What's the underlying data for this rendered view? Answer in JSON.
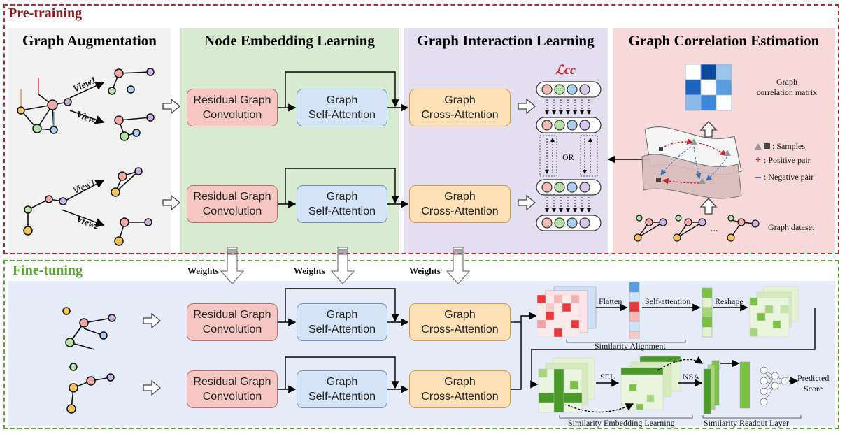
{
  "phases": {
    "pretraining": "Pre-training",
    "finetuning": "Fine-tuning"
  },
  "sections": {
    "graph_augmentation": "Graph Augmentation",
    "node_embedding": "Node Embedding Learning",
    "graph_interaction": "Graph Interaction Learning",
    "graph_correlation": "Graph Correlation Estimation"
  },
  "modules": {
    "residual_graph_convolution": "Residual Graph\nConvolution",
    "graph_self_attention": "Graph\nSelf-Attention",
    "graph_cross_attention": "Graph\nCross-Attention"
  },
  "augmentation": {
    "view1": "View1",
    "view2": "View2"
  },
  "contrastive": {
    "loss": "ℒcc",
    "or": "OR"
  },
  "correlation": {
    "matrix_label": "Graph\ncorrelation matrix",
    "legend_samples": ": Samples",
    "legend_positive": ": Positive pair",
    "legend_negative": ": Negative pair",
    "dataset_label": "Graph dataset",
    "ellipsis": "..."
  },
  "finetune": {
    "weights": "Weights",
    "flatten": "Flatten",
    "self_attention": "Self-attention",
    "reshape": "Reshape",
    "similarity_alignment": "Similarity Alignment",
    "sel": "SEL",
    "nsa": "NSA",
    "similarity_embedding_learning": "Similarity Embedding Learning",
    "similarity_readout": "Similarity Readout Layer",
    "predicted_score": "Predicted\nScore"
  },
  "colors": {
    "pretraining_border": "#c0262b",
    "finetuning_border": "#5aa52e",
    "node_embedding_bg": "#d9ead3",
    "graph_interaction_bg": "#e4dff0",
    "graph_correlation_bg": "#f7d9d9",
    "augmentation_bg": "#f2f2f2",
    "finetune_bg": "#e5ecf8"
  }
}
